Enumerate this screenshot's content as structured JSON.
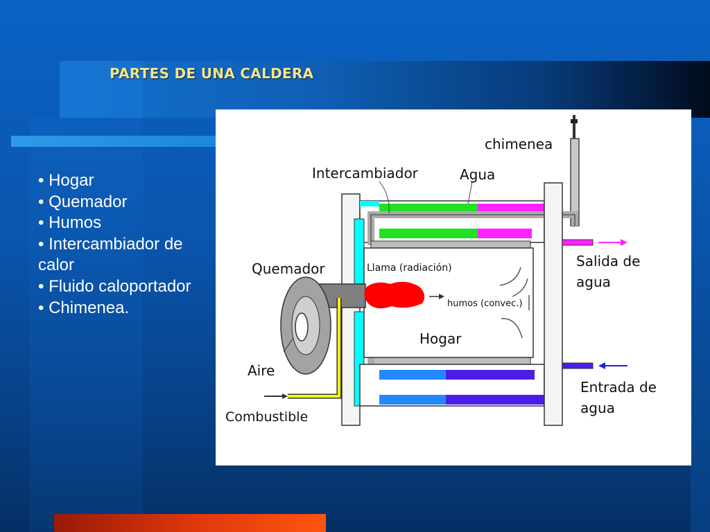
{
  "slide": {
    "title": "PARTES DE UNA CALDERA",
    "bullets": [
      "• Hogar",
      "• Quemador",
      "• Humos",
      "• Intercambiador de calor",
      "• Fluido caloportador",
      "• Chimenea."
    ]
  },
  "diagram": {
    "labels": {
      "chimenea": "chimenea",
      "intercambiador": "Intercambiador",
      "agua": "Agua",
      "quemador": "Quemador",
      "llama": "Llama (radiación)",
      "salida_1": "Salida de",
      "salida_2": "agua",
      "humos": "humos (convec.)",
      "hogar": "Hogar",
      "aire": "Aire",
      "entrada_1": "Entrada de",
      "entrada_2": "agua",
      "combustible": "Combustible"
    },
    "colors": {
      "hot_water": "#22e022",
      "hot_water_2": "#ff22ff",
      "cold_water": "#2288ff",
      "cold_water_2": "#4a1ee8",
      "exchanger": "#00ffff",
      "flame": "#ff0000",
      "fuel_line": "#ffff00",
      "outlet_arrow": "#ff22ff",
      "inlet_arrow": "#2020e0"
    }
  },
  "theme": {
    "background": "#0a55ad",
    "title_color": "#f2e58a",
    "accent_bar": "#e23a0c"
  }
}
